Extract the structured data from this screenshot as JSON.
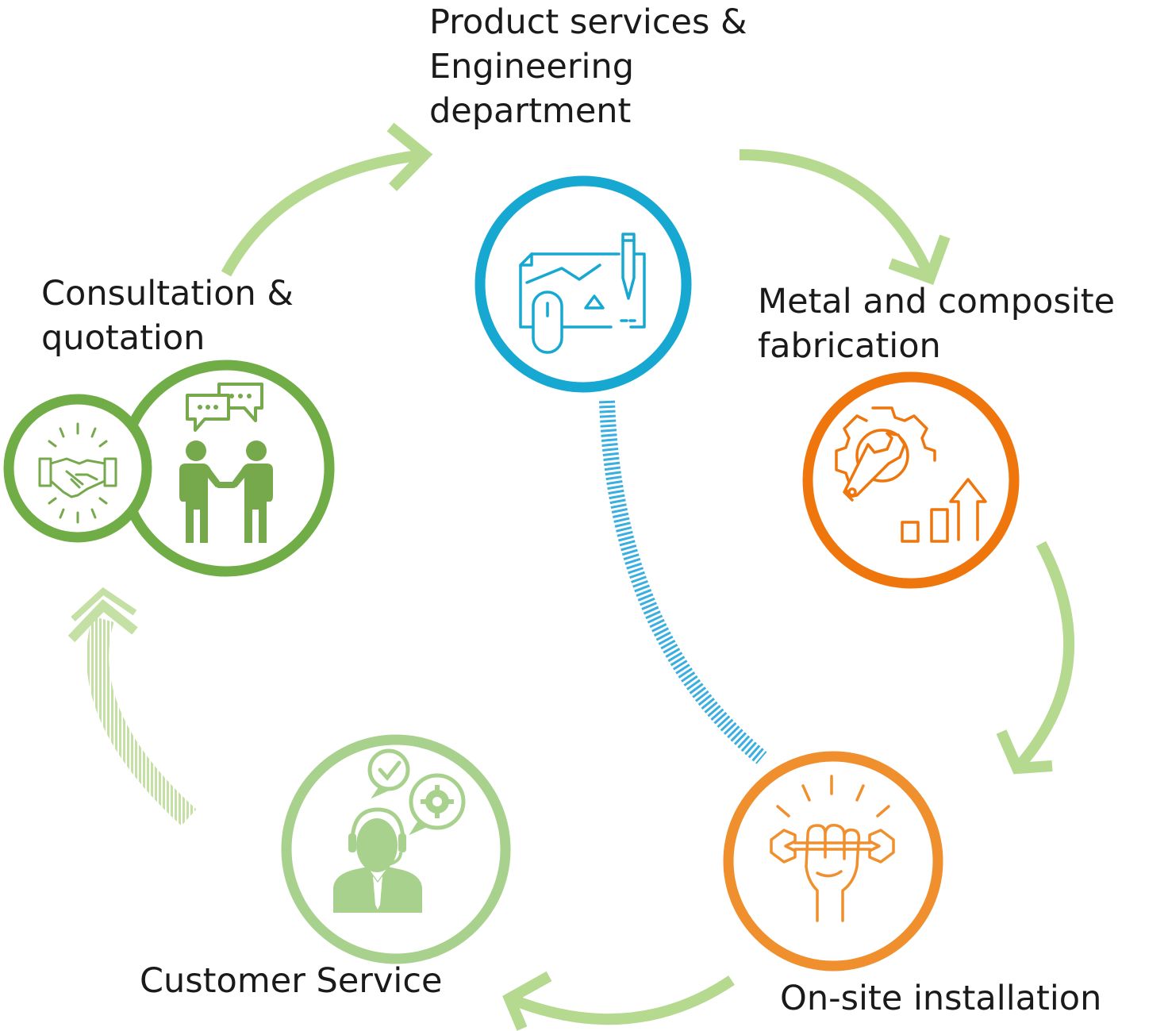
{
  "diagram": {
    "stages": [
      {
        "id": "engineering",
        "lines": [
          "Product services &",
          "Engineering",
          "department"
        ],
        "color": "#17a8d2"
      },
      {
        "id": "fabrication",
        "lines": [
          "Metal and composite",
          "fabrication"
        ],
        "color": "#ef760d"
      },
      {
        "id": "installation",
        "lines": [
          "On-site installation"
        ],
        "color": "#ef8f2e"
      },
      {
        "id": "customer-service",
        "lines": [
          "Customer Service"
        ],
        "color": "#a9d18e"
      },
      {
        "id": "consultation",
        "lines": [
          "Consultation &",
          "quotation"
        ],
        "color": "#70ad47"
      }
    ],
    "colors": {
      "arrow": "#b5d98f",
      "arrow_faded": "#c5e0a5",
      "connector": "#39aee0",
      "consultation_icon": "#76a84c"
    }
  }
}
